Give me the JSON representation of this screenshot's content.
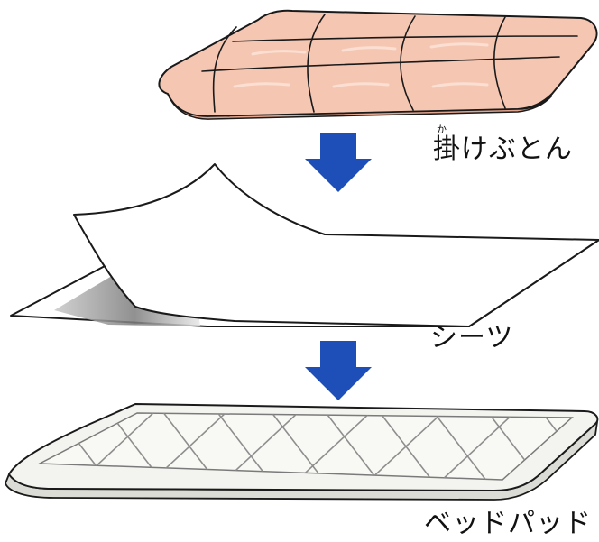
{
  "labels": {
    "comforter": "掛けぶとん",
    "comforter_ruby": "か",
    "sheet": "シーツ",
    "bed_pad": "ベッドパッド"
  },
  "colors": {
    "arrow": "#1e4fb8",
    "comforter_fill": "#f5c6b2",
    "comforter_edge": "#e2a48d",
    "sheet_fill": "#ffffff",
    "sheet_shadow": "#8a8a8a",
    "pad_fill": "#f3f3ef",
    "pad_grid": "#8e8e8e"
  },
  "icons": {
    "top_arrow": "down-arrow-icon",
    "bottom_arrow": "down-arrow-icon"
  }
}
